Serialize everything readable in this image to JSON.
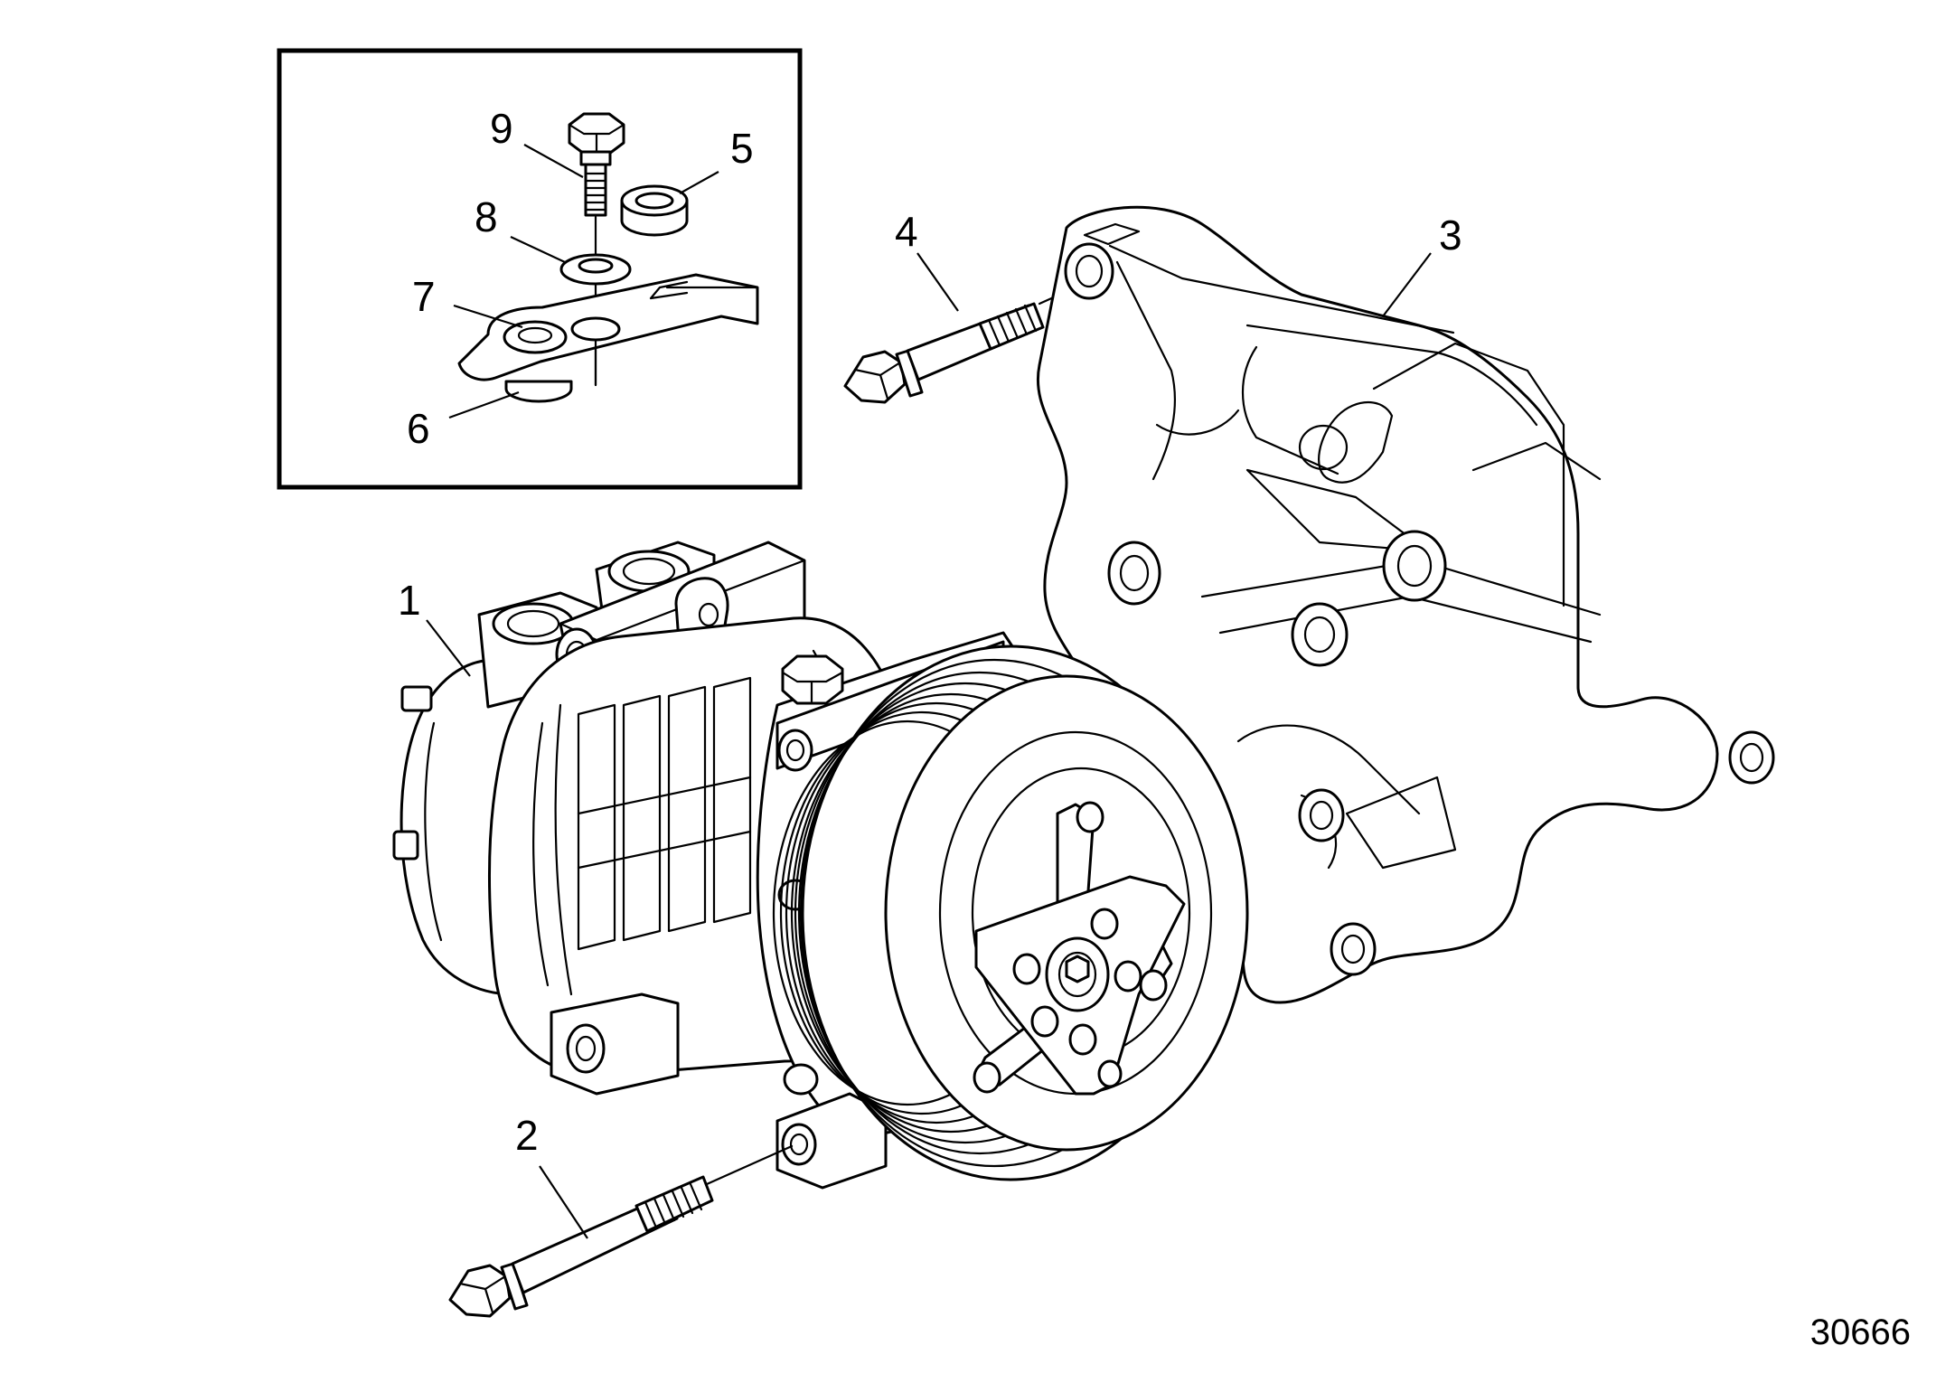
{
  "diagram": {
    "figure_number": "30666",
    "callouts": [
      {
        "id": "1",
        "label": "1"
      },
      {
        "id": "2",
        "label": "2"
      },
      {
        "id": "3",
        "label": "3"
      },
      {
        "id": "4",
        "label": "4"
      },
      {
        "id": "5",
        "label": "5"
      },
      {
        "id": "6",
        "label": "6"
      },
      {
        "id": "7",
        "label": "7"
      },
      {
        "id": "8",
        "label": "8"
      },
      {
        "id": "9",
        "label": "9"
      }
    ]
  }
}
